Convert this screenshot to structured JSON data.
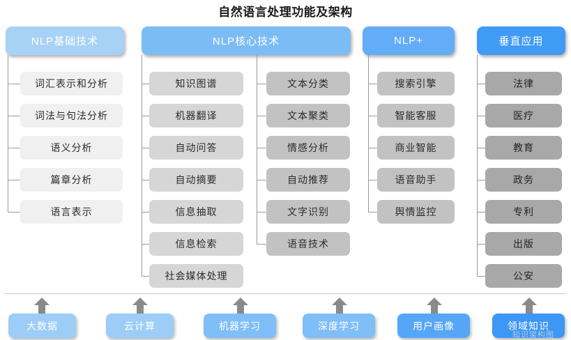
{
  "title": "自然语言处理功能及架构",
  "colors": {
    "header_light": "#a8d2f5",
    "header_mid": "#7cbcf5",
    "header_blue": "#63acf7",
    "header_strong": "#409bf5",
    "leaf_l1": "#f0f0f0",
    "leaf_l2": "#d6d6d6",
    "leaf_l3": "#c2c2c2",
    "leaf_l4": "#a8a8a8",
    "connector": "#9a9a9a",
    "arrow": "#8a8a8a",
    "rule": "#c9c9c9"
  },
  "columns": [
    {
      "header": "NLP基础技术",
      "header_color": "#a8d2f5",
      "groups": [
        {
          "items": [
            "词汇表示和分析",
            "词法与句法分析",
            "语义分析",
            "篇章分析",
            "语言表示"
          ]
        }
      ]
    },
    {
      "header": "NLP核心技术",
      "header_color": "#7cbcf5",
      "groups": [
        {
          "items": [
            "知识图谱",
            "机器翻译",
            "自动问答",
            "自动摘要",
            "信息抽取",
            "信息检索",
            "社会媒体处理"
          ]
        },
        {
          "items": [
            "文本分类",
            "文本聚类",
            "情感分析",
            "自动推荐",
            "文字识别",
            "语音技术"
          ]
        }
      ]
    },
    {
      "header": "NLP+",
      "header_color": "#63acf7",
      "groups": [
        {
          "items": [
            "搜索引擎",
            "智能客服",
            "商业智能",
            "语音助手",
            "舆情监控"
          ]
        }
      ]
    },
    {
      "header": "垂直应用",
      "header_color": "#409bf5",
      "groups": [
        {
          "items": [
            "法律",
            "医疗",
            "教育",
            "政务",
            "专利",
            "出版",
            "公安"
          ]
        }
      ]
    }
  ],
  "foundation": {
    "items": [
      {
        "label": "大数据",
        "color": "#9ccdf7"
      },
      {
        "label": "云计算",
        "color": "#9ccdf7"
      },
      {
        "label": "机器学习",
        "color": "#7fbef7"
      },
      {
        "label": "深度学习",
        "color": "#7fbef7"
      },
      {
        "label": "用户画像",
        "color": "#56a6f7"
      },
      {
        "label": "领域知识",
        "color": "#3d97f5"
      }
    ]
  },
  "watermark": "知识架构图"
}
